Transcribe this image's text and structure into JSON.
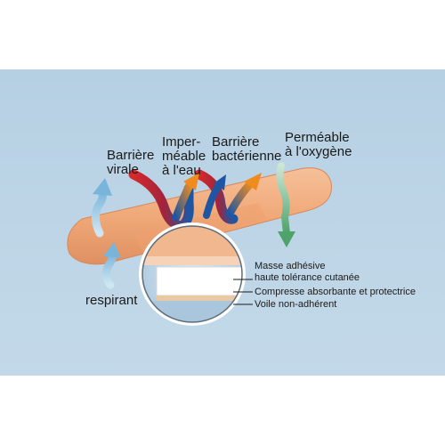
{
  "labels": {
    "barriere_virale": "Barrière\nvirale",
    "impermeable": "Imper-\nméable\nà l'eau",
    "barriere_bacterienne": "Barrière\nbactérienne",
    "permeable_oxygene": "Perméable\nà l'oxygène",
    "respirant": "respirant",
    "masse_adhesive": "Masse adhésive\nhaute tolérance cutanée",
    "compresse": "Compresse absorbante et protectrice",
    "voile": "Voile non-adhérent"
  },
  "colors": {
    "background": "#b9d2e4",
    "bandage": "#f0a978",
    "bandage_pad": "#eea070",
    "arrow_red": "#c8262a",
    "arrow_orange": "#ef8a1c",
    "arrow_blue": "#1f56a3",
    "arrow_light_blue": "#8fc4e0",
    "arrow_green": "#5fae78"
  }
}
